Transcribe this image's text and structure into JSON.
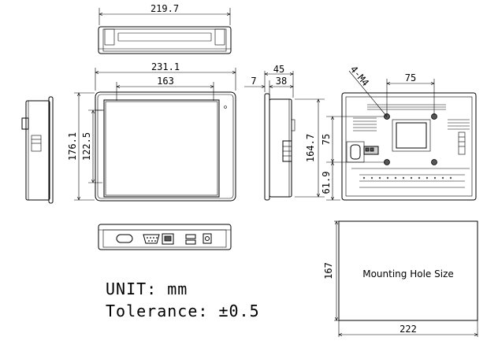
{
  "dimensions": {
    "top_width": "219.7",
    "front_width": "231.1",
    "front_inner_width": "163",
    "side_depth": "45",
    "side_bezel": "7",
    "side_body": "38",
    "mount_label": "4-M4",
    "mount_spacing_h": "75",
    "mount_spacing_v": "75",
    "front_height": "176.1",
    "front_inner_height": "122.5",
    "side_height": "164.7",
    "rear_offset": "61.9",
    "cutout_height": "167",
    "cutout_width": "222"
  },
  "cutout": {
    "label": "Mounting Hole Size"
  },
  "notes": {
    "unit": "UNIT: mm",
    "tolerance": "Tolerance: ±0.5"
  }
}
